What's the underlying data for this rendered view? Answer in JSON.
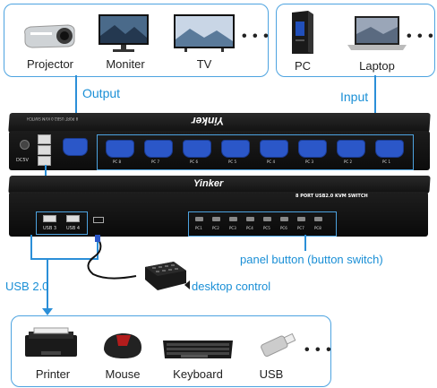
{
  "output_devices": {
    "projector": "Projector",
    "monitor": "Moniter",
    "tv": "TV",
    "more": "• • •"
  },
  "input_devices": {
    "pc": "PC",
    "laptop": "Laptop",
    "more": "• • •"
  },
  "labels": {
    "output": "Output",
    "input": "Input",
    "usb": "USB 2.0",
    "panel_button": "panel button (button switch)",
    "desktop_control": "desktop control"
  },
  "switch": {
    "brand": "Yinker",
    "model": "8 PORT USB2.0 KVM SWITCH",
    "power": "DC5V",
    "pc_ports": [
      "PC 8",
      "PC 7",
      "PC 6",
      "PC 5",
      "PC 4",
      "PC 3",
      "PC 2",
      "PC 1"
    ],
    "front_usb": [
      "USB 3",
      "USB 4"
    ],
    "buttons": [
      "PC1",
      "PC2",
      "PC3",
      "PC4",
      "PC5",
      "PC6",
      "PC7",
      "PC8"
    ]
  },
  "peripherals": {
    "printer": "Printer",
    "mouse": "Mouse",
    "keyboard": "Keyboard",
    "usb": "USB",
    "more": "• • •"
  },
  "colors": {
    "accent": "#1a8fd6",
    "vga_blue": "#2b57c8",
    "panel": "#1a1a1a"
  }
}
